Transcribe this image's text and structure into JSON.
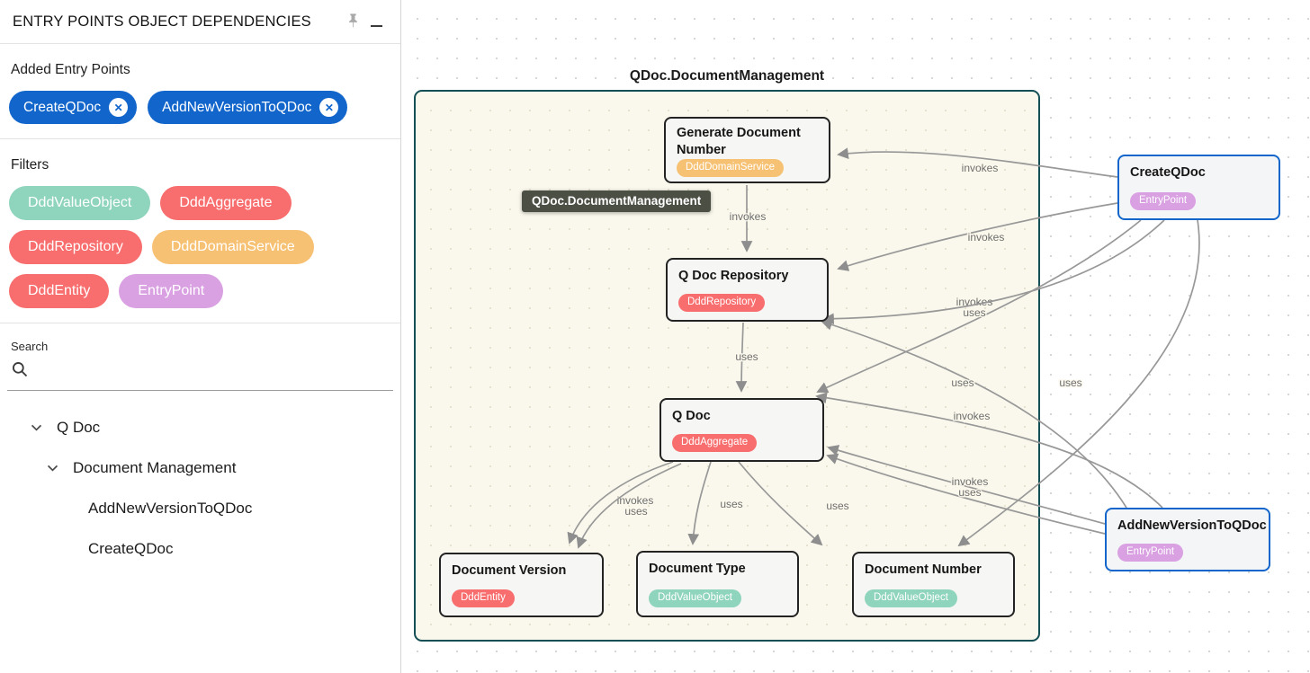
{
  "panel": {
    "title": "ENTRY POINTS OBJECT DEPENDENCIES",
    "added_entry_points": {
      "heading": "Added Entry Points",
      "chips": [
        {
          "label": "CreateQDoc",
          "remove_icon": "x-circle-icon"
        },
        {
          "label": "AddNewVersionToQDoc",
          "remove_icon": "x-circle-icon"
        }
      ]
    },
    "filters": {
      "heading": "Filters",
      "items": [
        {
          "label": "DddValueObject",
          "color": "#8fd4bc"
        },
        {
          "label": "DddAggregate",
          "color": "#f86d6d"
        },
        {
          "label": "DddRepository",
          "color": "#f86d6d"
        },
        {
          "label": "DddDomainService",
          "color": "#f7c173"
        },
        {
          "label": "DddEntity",
          "color": "#f86d6d"
        },
        {
          "label": "EntryPoint",
          "color": "#d9a0e2"
        }
      ]
    },
    "search": {
      "label": "Search",
      "value": "",
      "placeholder": ""
    },
    "tree": [
      {
        "label": "Q Doc"
      },
      {
        "label": "Document Management"
      },
      {
        "label": "AddNewVersionToQDoc"
      },
      {
        "label": "CreateQDoc"
      }
    ]
  },
  "diagram": {
    "title": "QDoc.DocumentManagement",
    "tooltip": "QDoc.DocumentManagement",
    "nodes": [
      {
        "title": "Generate Document Number",
        "badge": "DddDomainService"
      },
      {
        "title": "Q Doc Repository",
        "badge": "DddRepository"
      },
      {
        "title": "Q Doc",
        "badge": "DddAggregate"
      },
      {
        "title": "Document Version",
        "badge": "DddEntity"
      },
      {
        "title": "Document Type",
        "badge": "DddValueObject"
      },
      {
        "title": "Document Number",
        "badge": "DddValueObject"
      },
      {
        "title": "CreateQDoc",
        "badge": "EntryPoint"
      },
      {
        "title": "AddNewVersionToQDoc",
        "badge": "EntryPoint"
      }
    ],
    "edges": [
      {
        "id": "e1",
        "from": "Generate Document Number",
        "to": "Q Doc Repository",
        "label": "invokes"
      },
      {
        "id": "e2",
        "from": "Q Doc Repository",
        "to": "Q Doc",
        "label": "uses"
      },
      {
        "id": "e3",
        "from": "Q Doc",
        "to": "Document Version",
        "label": "invokes"
      },
      {
        "id": "e4",
        "from": "Q Doc",
        "to": "Document Version",
        "label": "uses"
      },
      {
        "id": "e5",
        "from": "Q Doc",
        "to": "Document Type",
        "label": "uses"
      },
      {
        "id": "e6",
        "from": "Q Doc",
        "to": "Document Number",
        "label": "uses"
      },
      {
        "id": "e7",
        "from": "CreateQDoc",
        "to": "Generate Document Number",
        "label": "invokes"
      },
      {
        "id": "e8",
        "from": "CreateQDoc",
        "to": "Q Doc Repository",
        "label": "invokes"
      },
      {
        "id": "e9",
        "from": "CreateQDoc",
        "to": "Q Doc",
        "label": "invokes"
      },
      {
        "id": "e10",
        "from": "CreateQDoc",
        "to": "Q Doc Repository",
        "label": "uses"
      },
      {
        "id": "e11",
        "from": "CreateQDoc",
        "to": "Document Number",
        "label": "uses"
      },
      {
        "id": "e12",
        "from": "AddNewVersionToQDoc",
        "to": "Q Doc Repository",
        "label": "uses"
      },
      {
        "id": "e13",
        "from": "AddNewVersionToQDoc",
        "to": "Q Doc",
        "label": "invokes"
      },
      {
        "id": "e14",
        "from": "AddNewVersionToQDoc",
        "to": "Q Doc",
        "label": "invokes"
      },
      {
        "id": "e15",
        "from": "AddNewVersionToQDoc",
        "to": "Q Doc",
        "label": "uses"
      }
    ],
    "colors": {
      "accent_blue": "#1266cb",
      "group_border": "#144f55",
      "group_background": "#faf8ec",
      "edge_gray": "#989898",
      "tooltip_background": "#4b4f44",
      "badge_red": "#f86d6d",
      "badge_teal": "#8fd4bc",
      "badge_orange": "#f7c173",
      "badge_purple": "#d9a0e2"
    }
  }
}
